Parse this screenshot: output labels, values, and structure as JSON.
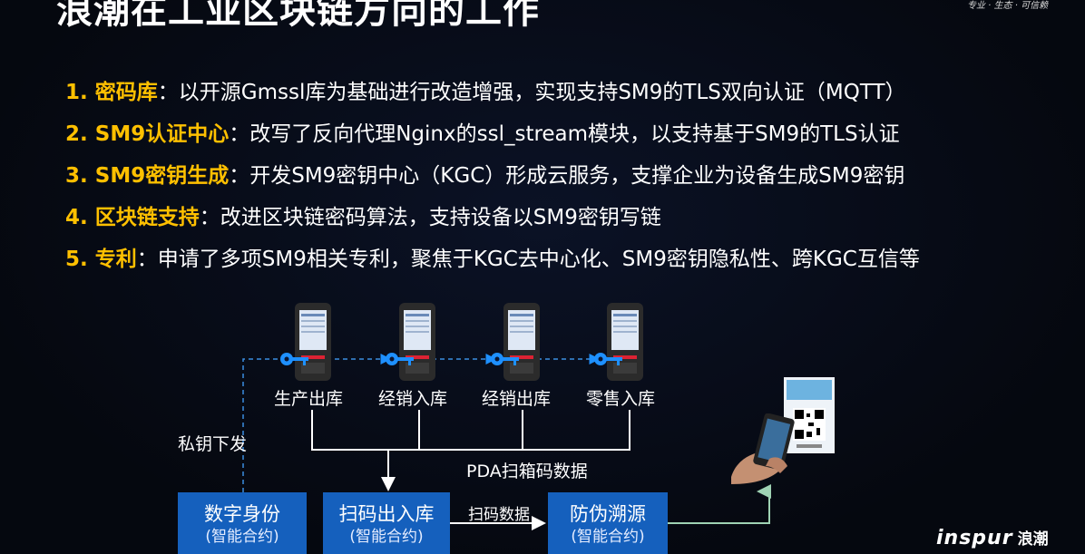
{
  "title": "浪潮在工业区块链方向的工作",
  "slogan": "专业 · 生态 · 可信赖",
  "points": [
    {
      "num": "1.",
      "head": "密码库",
      "body": "：以开源Gmssl库为基础进行改造增强，实现支持SM9的TLS双向认证（MQTT）"
    },
    {
      "num": "2.",
      "head": "SM9认证中心",
      "body": "：改写了反向代理Nginx的ssl_stream模块，以支持基于SM9的TLS认证"
    },
    {
      "num": "3.",
      "head": "SM9密钥生成",
      "body": "：开发SM9密钥中心（KGC）形成云服务，支撑企业为设备生成SM9密钥"
    },
    {
      "num": "4.",
      "head": "区块链支持",
      "body": "：改进区块链密码算法，支持设备以SM9密钥写链"
    },
    {
      "num": "5.",
      "head": "专利",
      "body": "：申请了多项SM9相关专利，聚焦于KGC去中心化、SM9密钥隐私性、跨KGC互信等"
    }
  ],
  "diagram": {
    "pda_labels": [
      "生产出库",
      "经销入库",
      "经销出库",
      "零售入库"
    ],
    "key_distribution_label": "私钥下发",
    "pda_data_label": "PDA扫箱码数据",
    "scan_data_label": "扫码数据",
    "services": [
      {
        "name": "数字身份",
        "sub": "(智能合约)"
      },
      {
        "name": "扫码出入库",
        "sub": "(智能合约)"
      },
      {
        "name": "防伪溯源",
        "sub": "(智能合约)"
      }
    ]
  },
  "footer": {
    "brand": "inspur",
    "brand_cn": "浪潮"
  },
  "colors": {
    "highlight": "#ffc000",
    "service_box": "#1560bd",
    "key": "#1e90ff",
    "connector": "#ffffff"
  }
}
